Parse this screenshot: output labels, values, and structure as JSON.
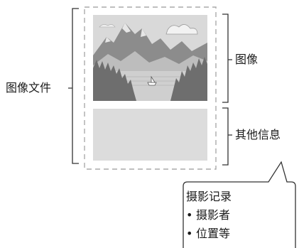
{
  "labels": {
    "image_file": "图像文件",
    "image": "图像",
    "other_info": "其他信息"
  },
  "callout": {
    "title": "摄影记录",
    "items": [
      {
        "bullet": "•",
        "text": "摄影者"
      },
      {
        "bullet": "•",
        "text": "位置等"
      }
    ]
  },
  "colors": {
    "line": "#333333",
    "dashed_border": "#aaaaaa",
    "info_block": "#dcdcdc",
    "photo_sky": "#d9d9d9",
    "photo_mountain_dark": "#8c8c8c",
    "photo_mountain_light": "#bdbdbd",
    "photo_water": "#cfcfcf",
    "photo_trees": "#6e6e6e"
  }
}
